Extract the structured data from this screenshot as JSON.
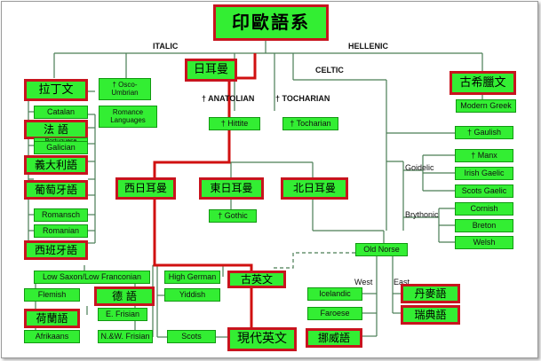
{
  "title": "印歐語系",
  "branch_labels": {
    "italic": "ITALIC",
    "hellenic": "HELLENIC",
    "celtic": "CELTIC",
    "anatolian": "† ANATOLIAN",
    "tocharian": "† TOCHARIAN",
    "goidelic": "Goidelic",
    "brythonic": "Brythonic",
    "west": "West",
    "east": "East"
  },
  "nodes": {
    "latin": "拉丁文",
    "osco": "† Osco-\nUmbrian",
    "romance": "Romance\nLanguages",
    "germanic": "日耳曼",
    "greek": "古希臘文",
    "modern_greek": "Modern Greek",
    "catalan": "Catalan",
    "french": "法 語",
    "portuguese": "Portuguese",
    "galician": "Galician",
    "italian": "義大利語",
    "portuguese_zh": "葡萄牙語",
    "romansch": "Romansch",
    "romanian": "Romanian",
    "spanish": "西班牙語",
    "hittite": "† Hittite",
    "tocharian": "† Tocharian",
    "gaulish": "† Gaulish",
    "manx": "† Manx",
    "irish": "Irish Gaelic",
    "scots_gaelic": "Scots Gaelic",
    "cornish": "Cornish",
    "breton": "Breton",
    "welsh": "Welsh",
    "west_germanic": "西日耳曼",
    "east_germanic": "東日耳曼",
    "north_germanic": "北日耳曼",
    "gothic": "† Gothic",
    "old_norse": "Old Norse",
    "low_saxon": "Low Saxon/Low Franconian",
    "high_german": "High German",
    "old_english": "古英文",
    "flemish": "Flemish",
    "german": "德 語",
    "yiddish": "Yiddish",
    "icelandic": "Icelandic",
    "danish": "丹麥語",
    "dutch": "荷蘭語",
    "e_frisian": "E. Frisian",
    "faroese": "Faroese",
    "swedish": "瑞典語",
    "afrikaans": "Afrikaans",
    "nw_frisian": "N.&W. Frisian",
    "scots": "Scots",
    "modern_english": "現代英文",
    "norwegian": "挪威語"
  },
  "colors": {
    "node_fill": "#33ee33",
    "node_border": "#119911",
    "highlight_border": "#c8141e",
    "line": "#4a7d55",
    "highlight_path": "#d01010"
  }
}
